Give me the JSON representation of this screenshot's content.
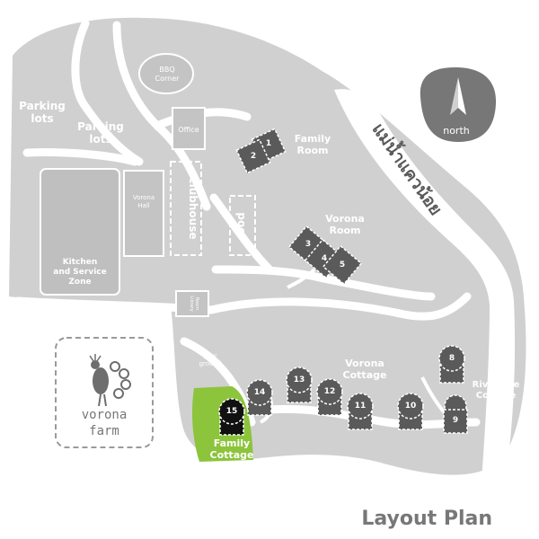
{
  "labels": {
    "parking_lots_1": [
      "Parking",
      "lots"
    ],
    "parking_lots_2": [
      "Parking",
      "lots"
    ],
    "bbq_corner": [
      "BBQ",
      "Corner"
    ],
    "office": "Office",
    "clubhouse": "clubhouse",
    "pool": "pool",
    "vorona_hall": [
      "Vorona",
      "Hall"
    ],
    "kitchen_service": [
      "Kitchen",
      "and Service",
      "Zone"
    ],
    "library_room": [
      "Library",
      "Room"
    ],
    "play_ground": [
      "play",
      "ground"
    ],
    "family_room": [
      "Family",
      "Room"
    ],
    "vorona_room": [
      "Vorona",
      "Room"
    ],
    "vorona_cottage": [
      "Vorona",
      "Cottage"
    ],
    "riverside_cottage": [
      "Riverside",
      "Cottage"
    ],
    "family_cottage": [
      "Family",
      "Cottage"
    ],
    "river": "แม่น้ำแควน้อย",
    "north": "north",
    "layout_plan": "Layout Plan",
    "logo": [
      "vorona",
      "farm"
    ]
  },
  "rooms": {
    "family": [
      "1",
      "2"
    ],
    "vorona": [
      "3",
      "4",
      "5"
    ]
  },
  "cottages": [
    "8",
    "9",
    "10",
    "11",
    "12",
    "13",
    "14",
    "15"
  ],
  "colors": {
    "ground": "#d0d0d0",
    "building": "#5a5a5a",
    "highlight": "#8cc43c",
    "title": "#777777",
    "river": "#ffffff"
  },
  "icons": {
    "compass": "north-arrow-icon",
    "logo": "peacock-icon"
  }
}
